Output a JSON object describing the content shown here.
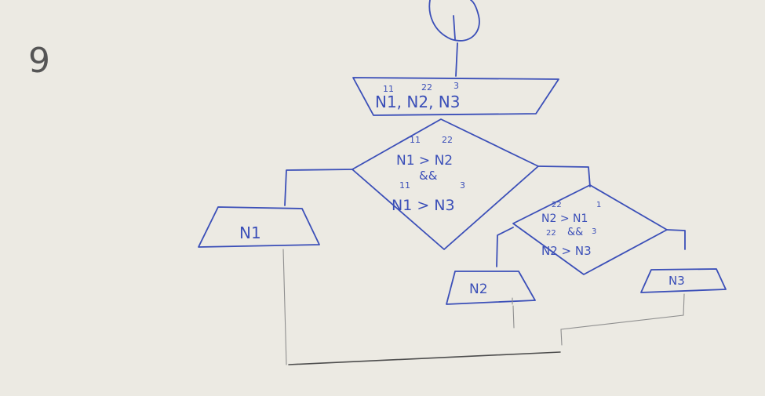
{
  "problem_number": "9",
  "input_shape": {
    "text": "N1, N2, N3",
    "test_values": [
      "11",
      "22",
      "3"
    ]
  },
  "decision_1": {
    "line1": "N1 > N2",
    "line2": "&&",
    "line3": "N1 > N3",
    "test_values_top": [
      "11",
      "22"
    ],
    "test_values_bottom": [
      "11",
      "3"
    ]
  },
  "decision_2": {
    "line1": "N2 > N1",
    "line2": "&&",
    "line3": "N2 > N3",
    "test_values_top": [
      "22",
      "1"
    ],
    "test_values_bottom": [
      "22",
      "3"
    ]
  },
  "outputs": {
    "n1": "N1",
    "n2": "N2",
    "n3": "N3"
  }
}
